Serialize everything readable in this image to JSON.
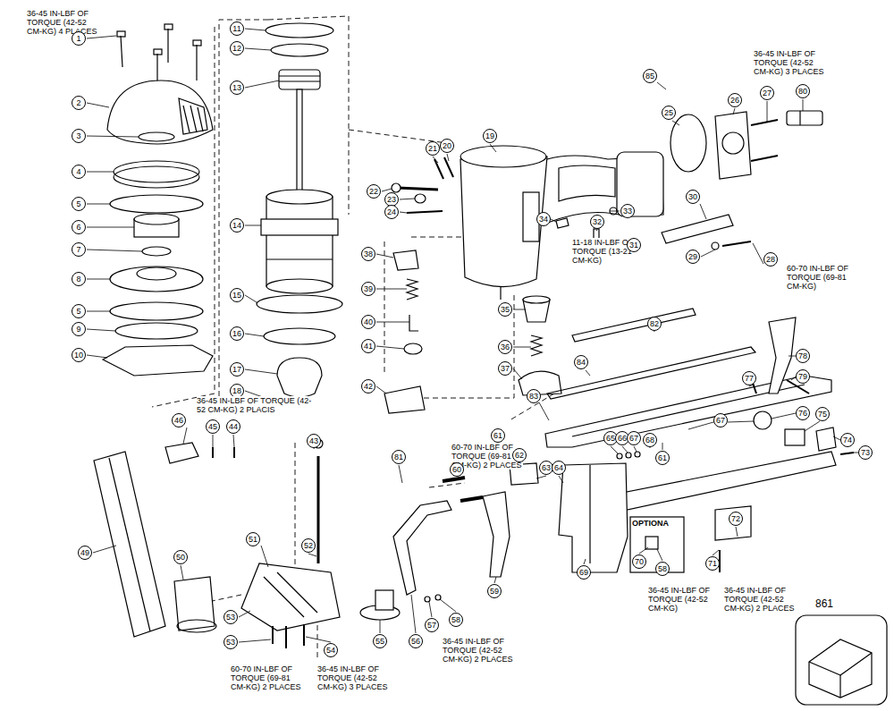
{
  "diagram": {
    "labels": [
      "36-45 IN-LBF OF TORQUE (42-52 CM-KG) 4 PLACES",
      "1",
      "2",
      "3",
      "4",
      "5",
      "6",
      "7",
      "8",
      "5",
      "9",
      "10",
      "11",
      "12",
      "13",
      "14",
      "15",
      "16",
      "17",
      "18",
      "19",
      "21",
      "20",
      "22",
      "23",
      "24",
      "85",
      "25",
      "26",
      "27",
      "80",
      "36-45 IN-LBF OF TORQUE (42-52 CM-KG) 3 PLACES",
      "33",
      "34",
      "32",
      "11-18 IN-LBF OF TORQUE (13-21 CM-KG)",
      "31",
      "30",
      "29",
      "28",
      "60-70 IN-LBF OF TORQUE (69-81 CM-KG)",
      "38",
      "39",
      "40",
      "41",
      "42",
      "35",
      "36",
      "37",
      "82",
      "84",
      "83",
      "78",
      "79",
      "77",
      "76",
      "75",
      "74",
      "73",
      "36-45 IN-LBF OF TORQUE (42-52 CM-KG) 2 PLACIS",
      "46",
      "45",
      "44",
      "43",
      "81",
      "60-70 IN-LBF OF TORQUE (69-81 CM-KG) 2 PLACES",
      "60",
      "61",
      "62",
      "63",
      "64",
      "65",
      "66",
      "67",
      "68",
      "61",
      "67",
      "49",
      "50",
      "51",
      "52",
      "53",
      "53",
      "60-70 IN-LBF OF TORQUE (69-81 CM-KG) 2 PLACES",
      "54",
      "36-45 IN-LBF OF TORQUE (42-52 CM-KG) 3 PLACES",
      "55",
      "56",
      "57",
      "58",
      "36-45 IN-LBF OF TORQUE (42-52 CM-KG) 2 PLACES",
      "59",
      "69",
      "OPTIONA",
      "70",
      "58",
      "36-45 IN-LBF OF TORQUE (42-52 CM-KG)",
      "71",
      "72",
      "36-45 IN-LBF OF TORQUE (42-52 CM-KG) 2 PLACES",
      "861"
    ]
  }
}
